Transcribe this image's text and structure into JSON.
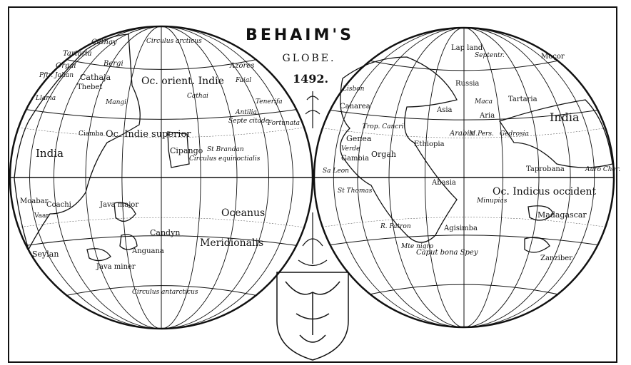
{
  "title": {
    "main": "BEHAIM'S",
    "sub": "GLOBE.",
    "year": "1492."
  },
  "colors": {
    "ink": "#111111",
    "paper": "#ffffff"
  },
  "left_globe": {
    "labels": [
      "Cathay",
      "Tartaria",
      "Bergi",
      "Orgai",
      "Pftr. Johan",
      "Cathaja",
      "Thebet",
      "Llama",
      "Mangi",
      "India",
      "Ciamba",
      "Oc. orient. Indie",
      "Cathai",
      "Oc. Indie superior",
      "Cipango",
      "Azores",
      "Faial",
      "Tenerifa",
      "Antilia",
      "Septe citade",
      "Fortunata",
      "St Brandan",
      "Circulus arcticus",
      "Circulus equinoctialis",
      "Moabar",
      "Vaar",
      "Coachi",
      "Java major",
      "Candyn",
      "Anguana",
      "Java miner",
      "Seylan",
      "Oceanus",
      "Meridionalis",
      "Circulus antarcticus"
    ]
  },
  "right_globe": {
    "labels": [
      "Lap land",
      "Septentr.",
      "Moçor",
      "Russia",
      "Lisbon",
      "Canarea",
      "Asia",
      "Maca",
      "Tartaria",
      "Aria",
      "India",
      "Trop. Cancri",
      "Genea",
      "Verde",
      "Gambia",
      "Orgah",
      "Ethiopia",
      "Arabia",
      "M.Pers.",
      "Gedrosia",
      "Sa Leon",
      "Taprobana",
      "Auro Cher.",
      "Abasia",
      "St Thomas",
      "Oc. Indicus occident",
      "Minupias",
      "Madagascar",
      "R. Patron",
      "Agisimba",
      "Mte nigro",
      "Caput bona Spey",
      "Zanziber"
    ]
  }
}
